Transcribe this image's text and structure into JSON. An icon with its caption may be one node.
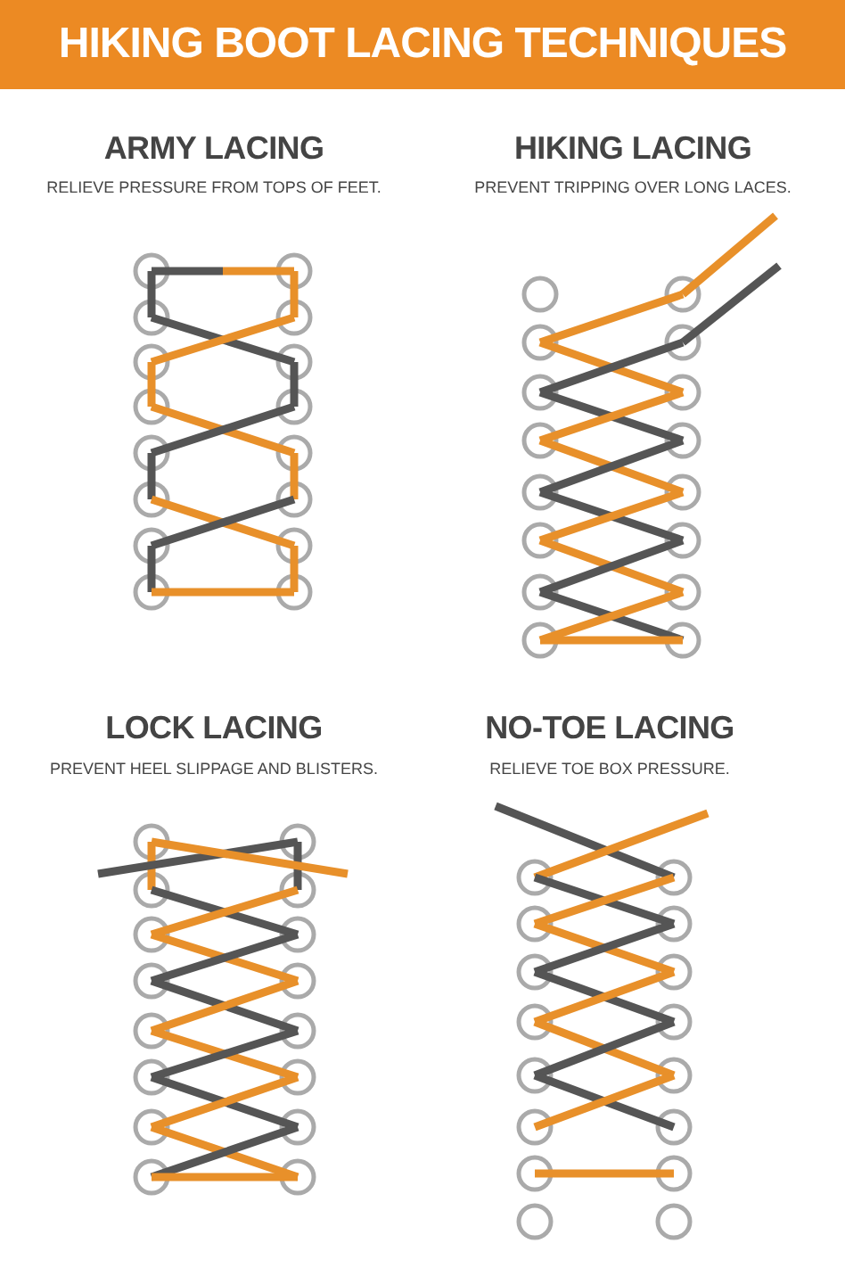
{
  "diagram": {
    "title": "HIKING BOOT LACING TECHNIQUES",
    "labels": [
      "ARMY LACING",
      "RELIEVE PRESSURE FROM TOPS OF FEET.",
      "HIKING LACING",
      "PREVENT TRIPPING OVER LONG LACES.",
      "LOCK LACING",
      "PREVENT HEEL SLIPPAGE AND BLISTERS.",
      "NO-TOE LACING",
      "RELIEVE TOE BOX PRESSURE."
    ]
  }
}
